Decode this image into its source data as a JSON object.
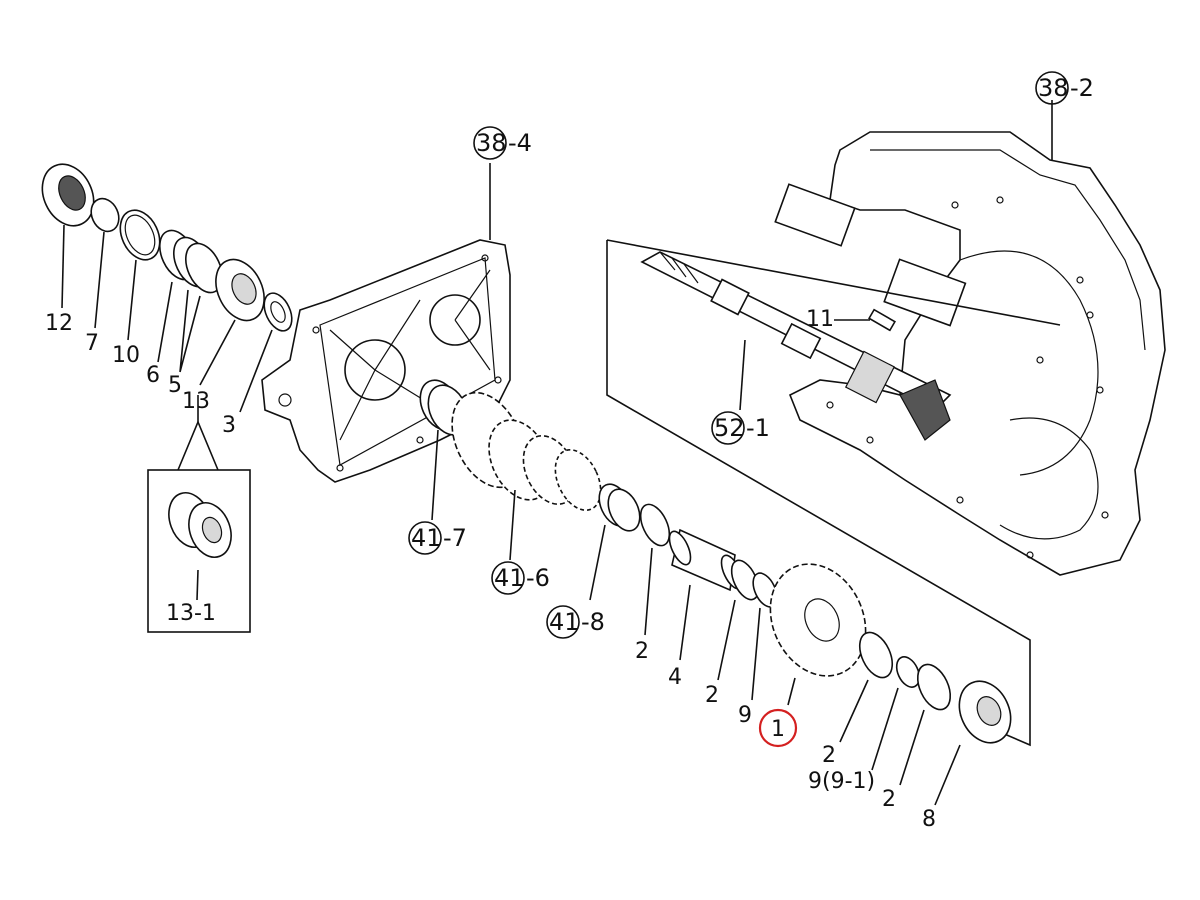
{
  "labels": {
    "p12": "12",
    "p7": "7",
    "p10": "10",
    "p6": "6",
    "p5": "5",
    "p13": "13",
    "p3": "3",
    "p13_1": "13-1",
    "ref38_4": "38",
    "ref38_4_suffix": "-4",
    "ref38_2": "38",
    "ref38_2_suffix": "-2",
    "p11": "11",
    "ref52_1": "52",
    "ref52_1_suffix": "-1",
    "ref41_7": "41",
    "ref41_7_suffix": "-7",
    "ref41_6": "41",
    "ref41_6_suffix": "-6",
    "ref41_8": "41",
    "ref41_8_suffix": "-8",
    "p2a": "2",
    "p4": "4",
    "p2b": "2",
    "p9": "9",
    "p1": "1",
    "p2c": "2",
    "p9_91": "9(9-1)",
    "p2d": "2",
    "p8": "8"
  },
  "highlight_color": "#d42020"
}
